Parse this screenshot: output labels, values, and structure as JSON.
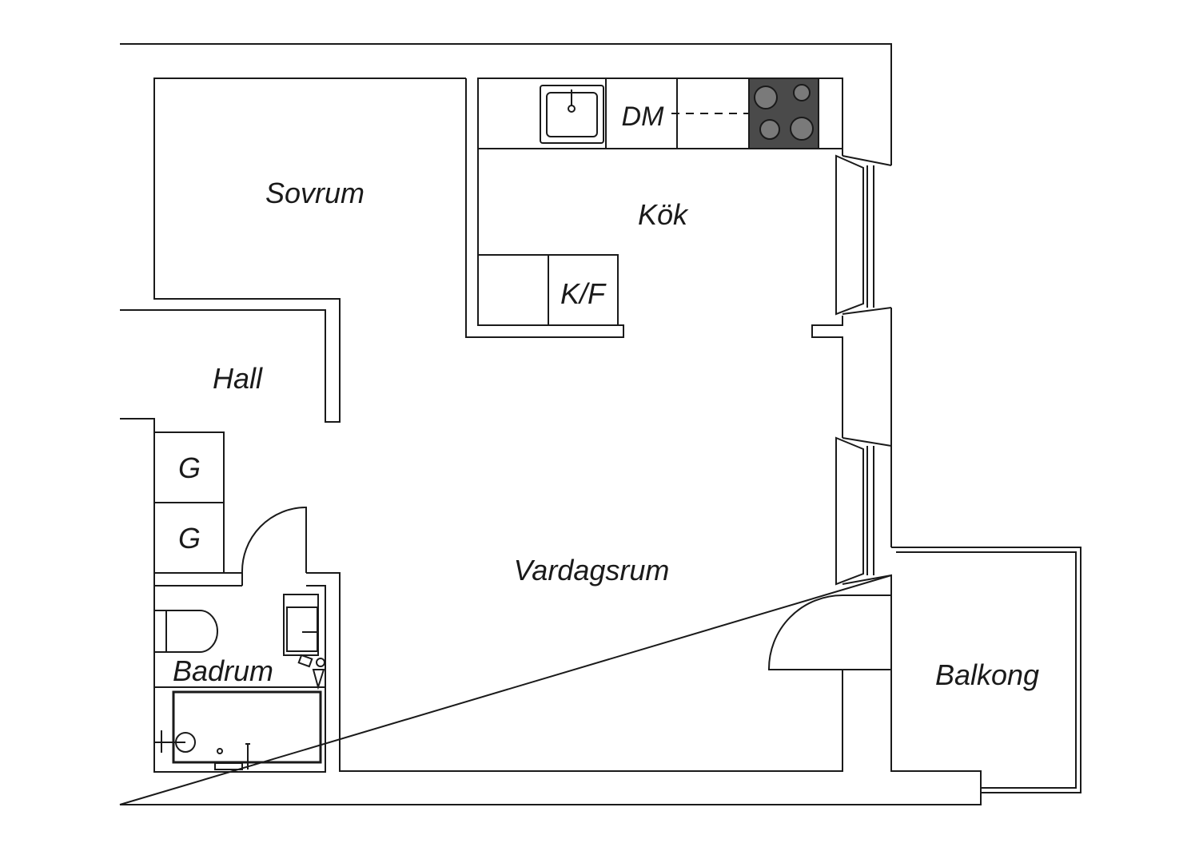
{
  "rooms": {
    "sovrum": "Sovrum",
    "kok": "Kök",
    "hall": "Hall",
    "vardagsrum": "Vardagsrum",
    "badrum": "Badrum",
    "balkong": "Balkong"
  },
  "fixtures": {
    "dishwasher": "DM",
    "fridge_freezer": "K/F",
    "wardrobe_1": "G",
    "wardrobe_2": "G"
  },
  "colors": {
    "wall": "#1a1a1a",
    "background": "#ffffff",
    "stove": "#4a4a4a"
  }
}
